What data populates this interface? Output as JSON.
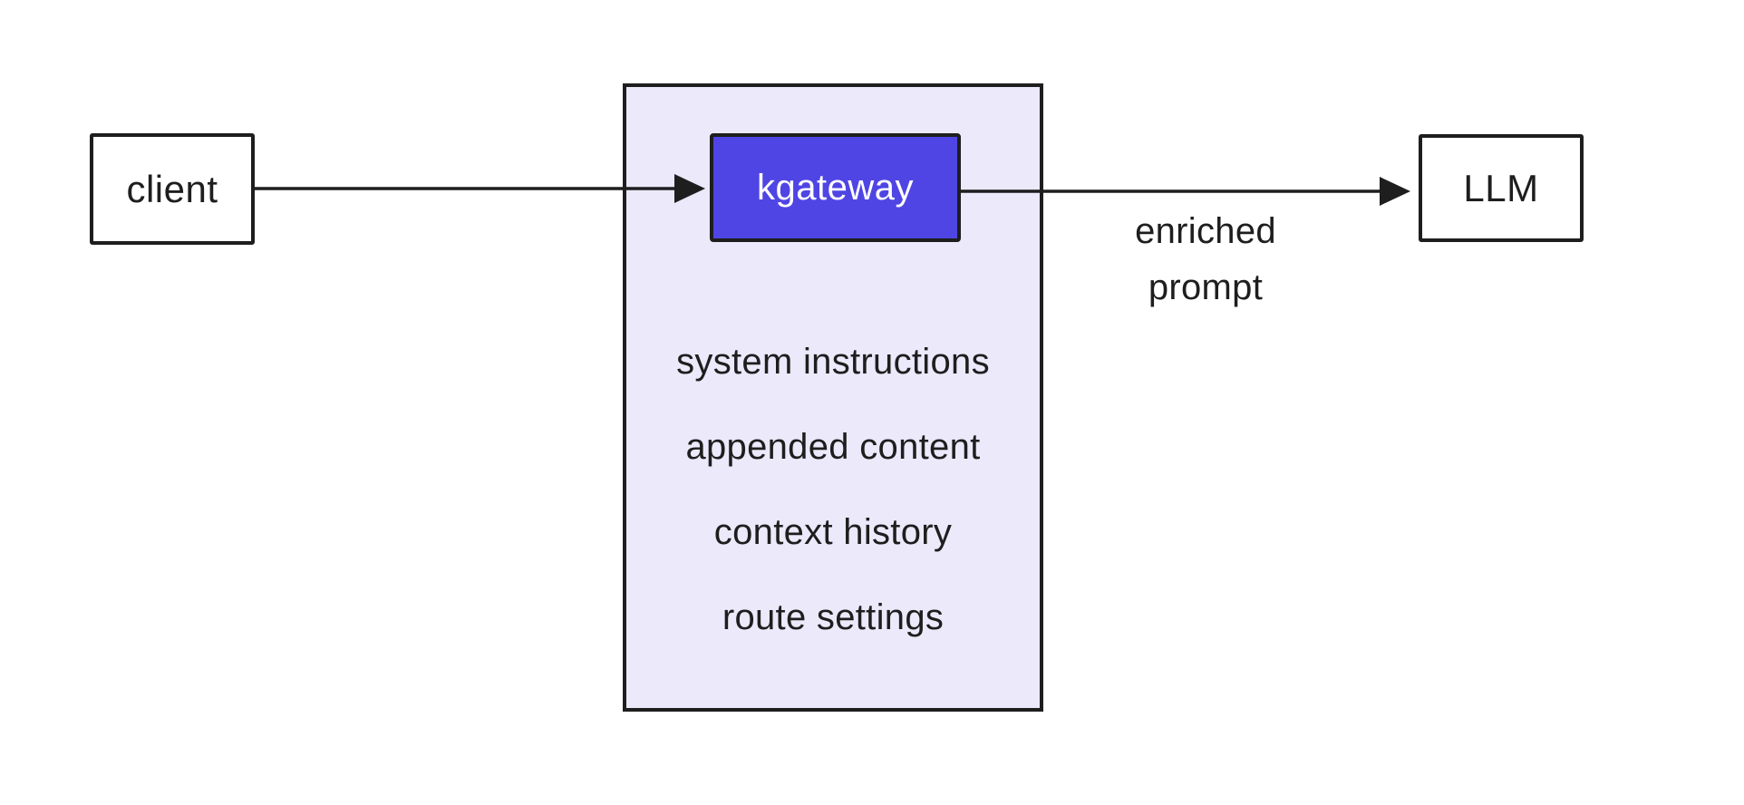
{
  "diagram": {
    "nodes": {
      "client": {
        "label": "client"
      },
      "gateway": {
        "label": "kgateway"
      },
      "llm": {
        "label": "LLM"
      }
    },
    "gateway_container": {
      "items": [
        "system instructions",
        "appended content",
        "context history",
        "route settings"
      ]
    },
    "arrows": {
      "gateway_to_llm": {
        "label_line1": "enriched",
        "label_line2": "prompt"
      }
    },
    "colors": {
      "gateway_fill": "#4F45E4",
      "gateway_text": "#FFFFFF",
      "container_fill": "#EBE9FA",
      "stroke": "#1E1E1E",
      "text": "#1E1E1E",
      "background": "#FFFFFF"
    }
  }
}
